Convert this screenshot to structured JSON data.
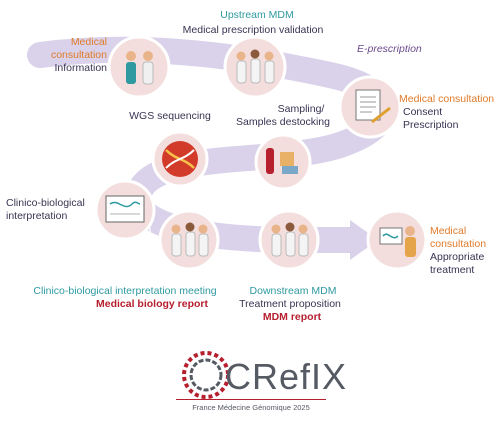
{
  "steps": {
    "upstream_mdm": {
      "title": "Upstream MDM",
      "subtitle": "Medical prescription validation"
    },
    "consult_info": {
      "title1": "Medical",
      "title2": "consultation",
      "subtitle": "Information"
    },
    "e_prescription": "E-prescription",
    "consult_prescription": {
      "title": "Medical consultation",
      "line1": "Consent",
      "line2": "Prescription"
    },
    "sampling": {
      "line1": "Sampling/",
      "line2": "Samples destocking"
    },
    "wgs": "WGS sequencing",
    "clinico_interp": {
      "line1": "Clinico-biological",
      "line2": "interpretation"
    },
    "meeting": {
      "title": "Clinico-biological interpretation meeting",
      "report": "Medical biology report"
    },
    "downstream_mdm": {
      "title": "Downstream MDM",
      "subtitle": "Treatment proposition",
      "report": "MDM report"
    },
    "consult_treatment": {
      "line1": "Medical",
      "line2": "consultation",
      "line3": "Appropriate",
      "line4": "treatment"
    }
  },
  "logo": {
    "name": "CRefIX",
    "tagline": "France Médecine Génomique 2025"
  },
  "colors": {
    "path": "#d9d2ea",
    "circle_fill": "#f3dedd",
    "circle_border": "#ffffff",
    "orange": "#e07b2a",
    "teal": "#2f9aa0",
    "red": "#b51f2e"
  }
}
